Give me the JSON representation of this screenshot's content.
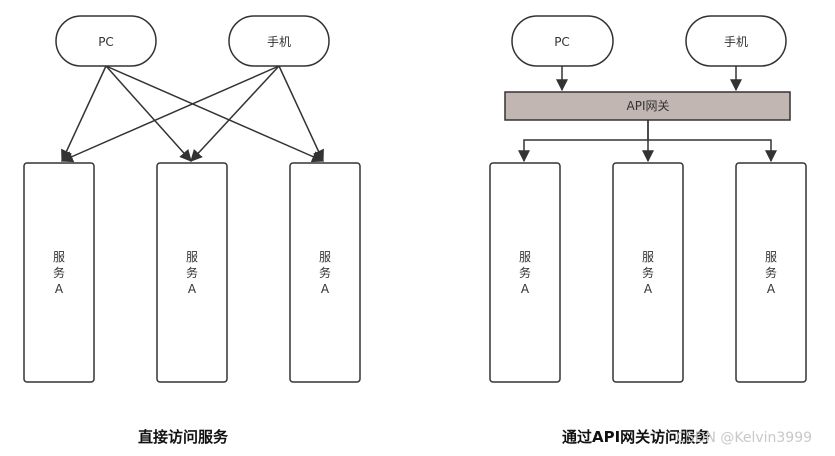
{
  "colors": {
    "stroke": "#333333",
    "gateway_fill": "#c1b6b1",
    "background": "#ffffff"
  },
  "left_diagram": {
    "clients": [
      "PC",
      "手机"
    ],
    "services": [
      {
        "line1": "服",
        "line2": "务",
        "line3": "A"
      },
      {
        "line1": "服",
        "line2": "务",
        "line3": "A"
      },
      {
        "line1": "服",
        "line2": "务",
        "line3": "A"
      }
    ],
    "caption": "直接访问服务"
  },
  "right_diagram": {
    "clients": [
      "PC",
      "手机"
    ],
    "gateway": "API网关",
    "services": [
      {
        "line1": "服",
        "line2": "务",
        "line3": "A"
      },
      {
        "line1": "服",
        "line2": "务",
        "line3": "A"
      },
      {
        "line1": "服",
        "line2": "务",
        "line3": "A"
      }
    ],
    "caption": "通过API网关访问服务"
  },
  "watermark": "CSDN @Kelvin3999"
}
